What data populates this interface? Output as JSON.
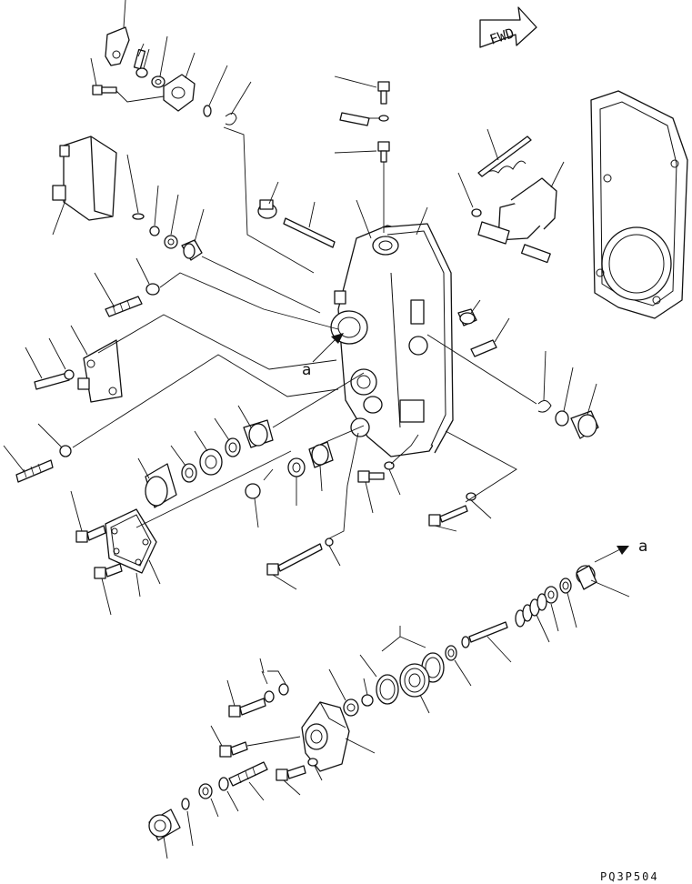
{
  "diagram": {
    "direction_label": "FWD",
    "view_marker": "a",
    "drawing_code": "PQ3P504"
  }
}
